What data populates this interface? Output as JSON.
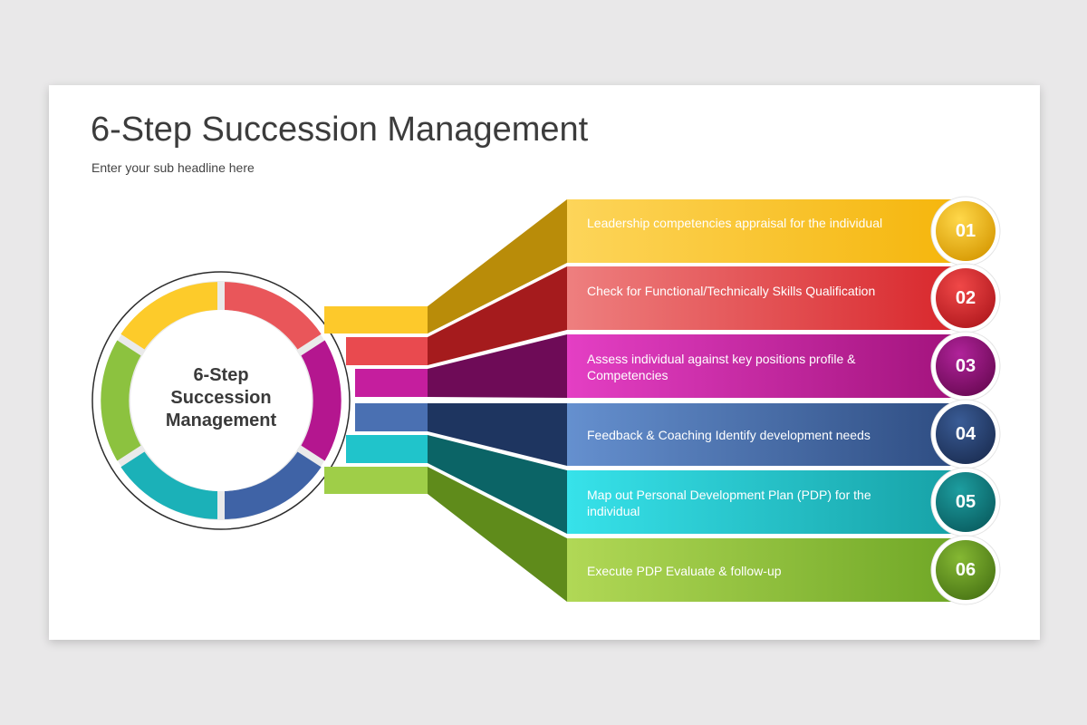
{
  "title": "6-Step Succession Management",
  "subtitle": "Enter your sub headline here",
  "center_label_line1": "6-Step",
  "center_label_line2": "Succession",
  "center_label_line3": "Management",
  "steps": [
    {
      "num": "01",
      "text": "Leadership competencies appraisal for the individual",
      "color": "#f7b917"
    },
    {
      "num": "02",
      "text": "Check for Functional/Technically Skills Qualification",
      "color": "#dc3434"
    },
    {
      "num": "03",
      "text": "Assess individual against key positions profile & Competencies",
      "color": "#b4148c"
    },
    {
      "num": "04",
      "text": "Feedback & Coaching Identify development needs",
      "color": "#34558f"
    },
    {
      "num": "05",
      "text": "Map out Personal Development Plan (PDP) for the individual",
      "color": "#19a7ad"
    },
    {
      "num": "06",
      "text": "Execute PDP Evaluate & follow-up",
      "color": "#7ab22f"
    }
  ]
}
